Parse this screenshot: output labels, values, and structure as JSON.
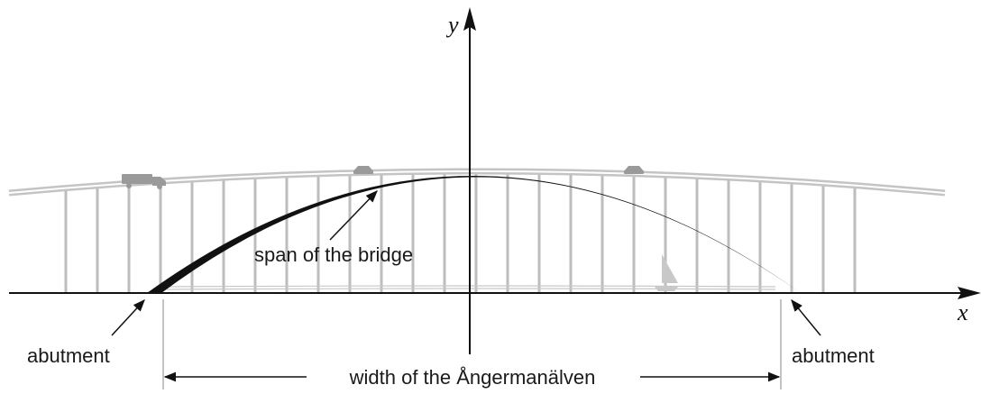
{
  "axes": {
    "x_label": "x",
    "y_label": "y"
  },
  "labels": {
    "span": "span of the bridge",
    "abutment_left": "abutment",
    "abutment_right": "abutment",
    "width": "width of the Ångermanälven"
  },
  "colors": {
    "ink": "#111111",
    "bridge_gray": "#b8b8b8",
    "deck_gray": "#c4c4c4",
    "vehicle_gray": "#9a9a9a",
    "boat_gray": "#c8c8c8"
  },
  "icons": {
    "truck": "truck-icon",
    "car_left": "car-icon",
    "car_right": "car-icon",
    "sailboat": "sailboat-icon"
  }
}
